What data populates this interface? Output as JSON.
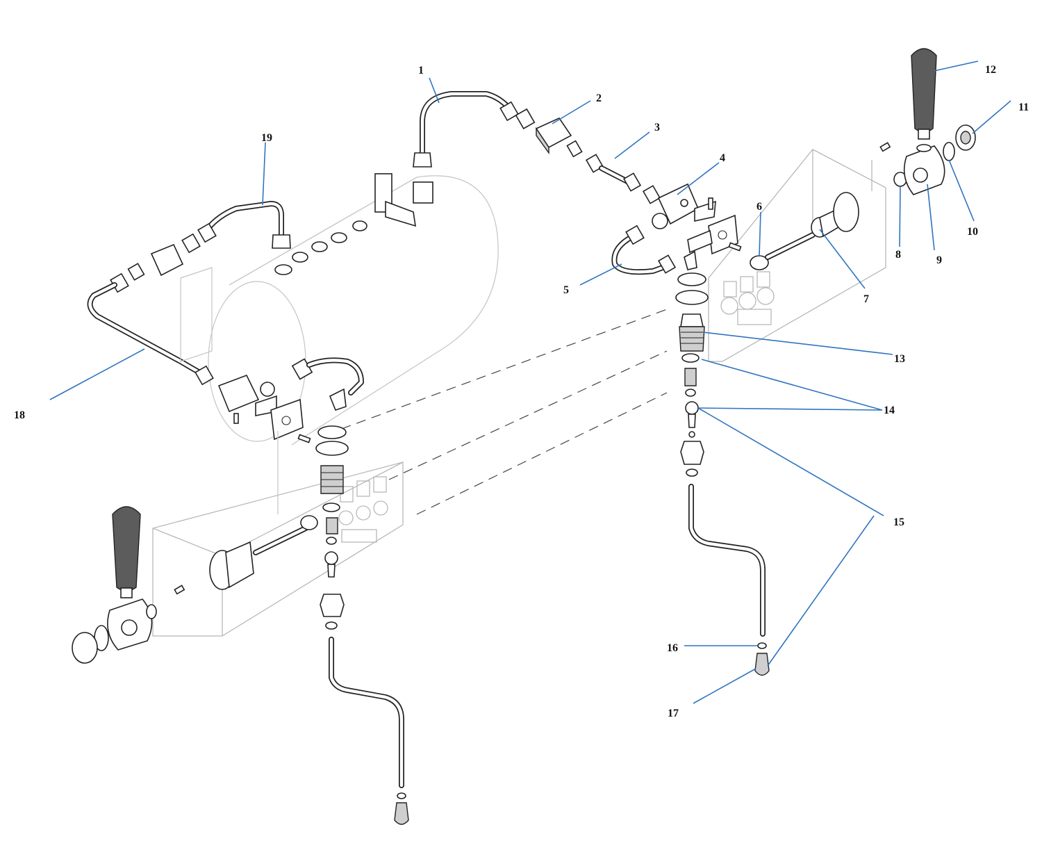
{
  "callouts": [
    {
      "label": "1"
    },
    {
      "label": "2"
    },
    {
      "label": "3"
    },
    {
      "label": "4"
    },
    {
      "label": "5"
    },
    {
      "label": "6"
    },
    {
      "label": "7"
    },
    {
      "label": "8"
    },
    {
      "label": "9"
    },
    {
      "label": "10"
    },
    {
      "label": "11"
    },
    {
      "label": "12"
    },
    {
      "label": "13"
    },
    {
      "label": "14"
    },
    {
      "label": "15"
    },
    {
      "label": "16"
    },
    {
      "label": "17"
    },
    {
      "label": "18"
    },
    {
      "label": "19"
    }
  ],
  "colors": {
    "leader": "#2f74c0",
    "linework": "#222222",
    "panel": "#b8b8b8",
    "handle": "#5c5c5c"
  }
}
